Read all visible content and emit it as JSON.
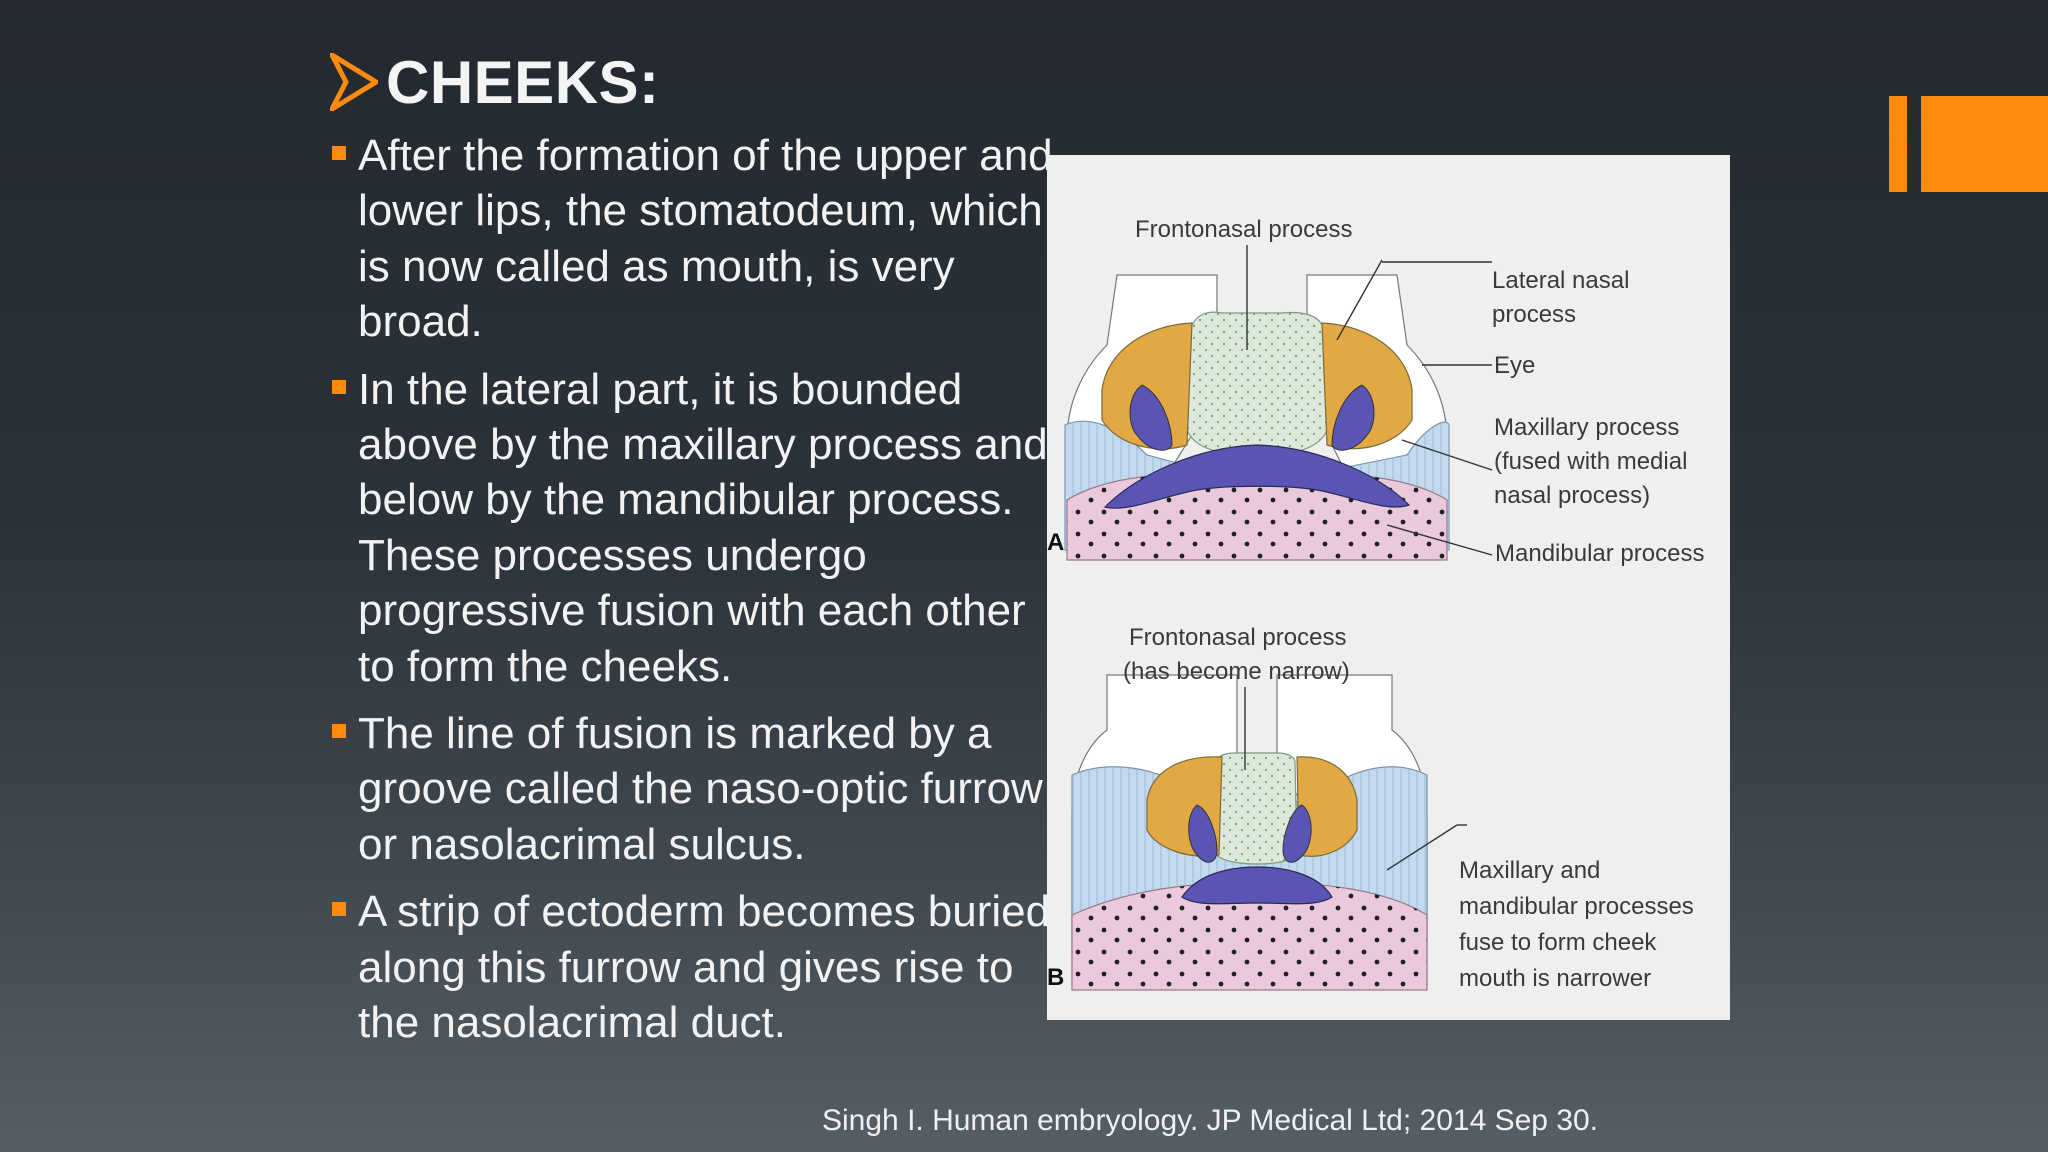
{
  "slide": {
    "title": "CHEEKS:",
    "bullets": [
      "After the formation of the upper and lower lips, the stomatodeum, which is now called as mouth, is very broad.",
      "In the lateral part, it is bounded above by the maxillary process and below by the mandibular process. These processes undergo progressive fusion with each other to form the cheeks.",
      "The line of fusion is marked by a groove called the naso-optic furrow or nasolacrimal sulcus.",
      "A strip of ectoderm becomes buried along this furrow and gives rise to the nasolacrimal duct."
    ],
    "citation": "Singh I. Human embryology. JP Medical Ltd; 2014 Sep 30."
  },
  "figure": {
    "panel_a": {
      "marker": "A",
      "labels": {
        "frontonasal": "Frontonasal process",
        "lateral_nasal_1": "Lateral nasal",
        "lateral_nasal_2": "process",
        "eye": "Eye",
        "maxillary_1": "Maxillary process",
        "maxillary_2": "(fused with medial",
        "maxillary_3": "nasal process)",
        "mandibular": "Mandibular process"
      }
    },
    "panel_b": {
      "marker": "B",
      "labels": {
        "frontonasal_1": "Frontonasal process",
        "frontonasal_2": "(has become narrow)",
        "fusion_1": "Maxillary and",
        "fusion_2": "mandibular processes",
        "fusion_3": "fuse to form cheek",
        "fusion_4": "mouth is narrower"
      }
    }
  },
  "colors": {
    "accent": "#ff8a0d",
    "lateral_nasal": "#e2a843",
    "maxillary": "#c3d9ee",
    "frontonasal": "#dbe8da",
    "mandibular": "#eac9dc",
    "mouth": "#5a55b3"
  }
}
